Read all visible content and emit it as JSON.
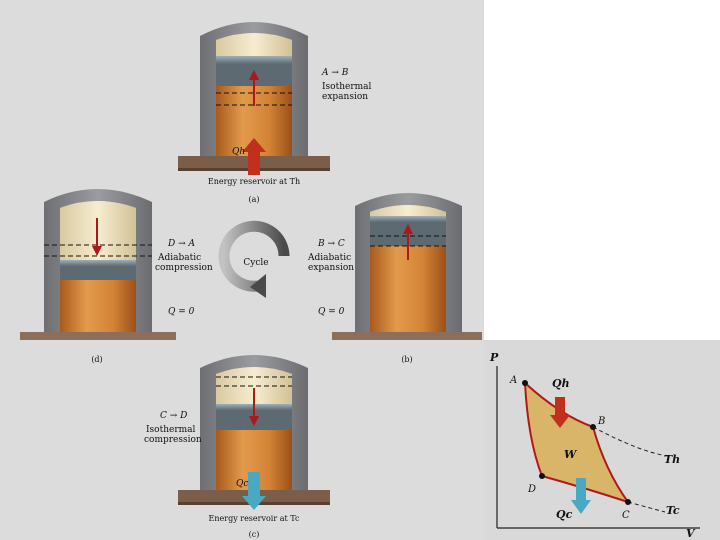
{
  "panels": {
    "a": {
      "process": "A → B",
      "desc_line1": "Isothermal",
      "desc_line2": "expansion",
      "heat_label": "Qh",
      "reservoir": "Energy reservoir at Th",
      "caption": "(a)"
    },
    "b": {
      "process": "B → C",
      "desc_line1": "Adiabatic",
      "desc_line2": "expansion",
      "q_label": "Q = 0",
      "caption": "(b)"
    },
    "c": {
      "process": "C → D",
      "desc_line1": "Isothermal",
      "desc_line2": "compression",
      "heat_label": "Qc",
      "reservoir": "Energy reservoir at Tc",
      "caption": "(c)"
    },
    "d": {
      "process": "D → A",
      "desc_line1": "Adiabatic",
      "desc_line2": "compression",
      "q_label": "Q = 0",
      "caption": "(d)"
    }
  },
  "cycle_label": "Cycle",
  "pv": {
    "axis_p": "P",
    "axis_v": "V",
    "point_a": "A",
    "point_b": "B",
    "point_c": "C",
    "point_d": "D",
    "qh": "Qh",
    "qc": "Qc",
    "work": "W",
    "th": "Th",
    "tc": "Tc"
  },
  "colors": {
    "background": "#dcdcdc",
    "wall": "#7d7f83",
    "gas": "#c97a2e",
    "cycle_path": "#b01818",
    "cycle_fill": "#d9b56a",
    "hot_arrow": "#c0301c",
    "cold_arrow": "#4aa8c0"
  }
}
